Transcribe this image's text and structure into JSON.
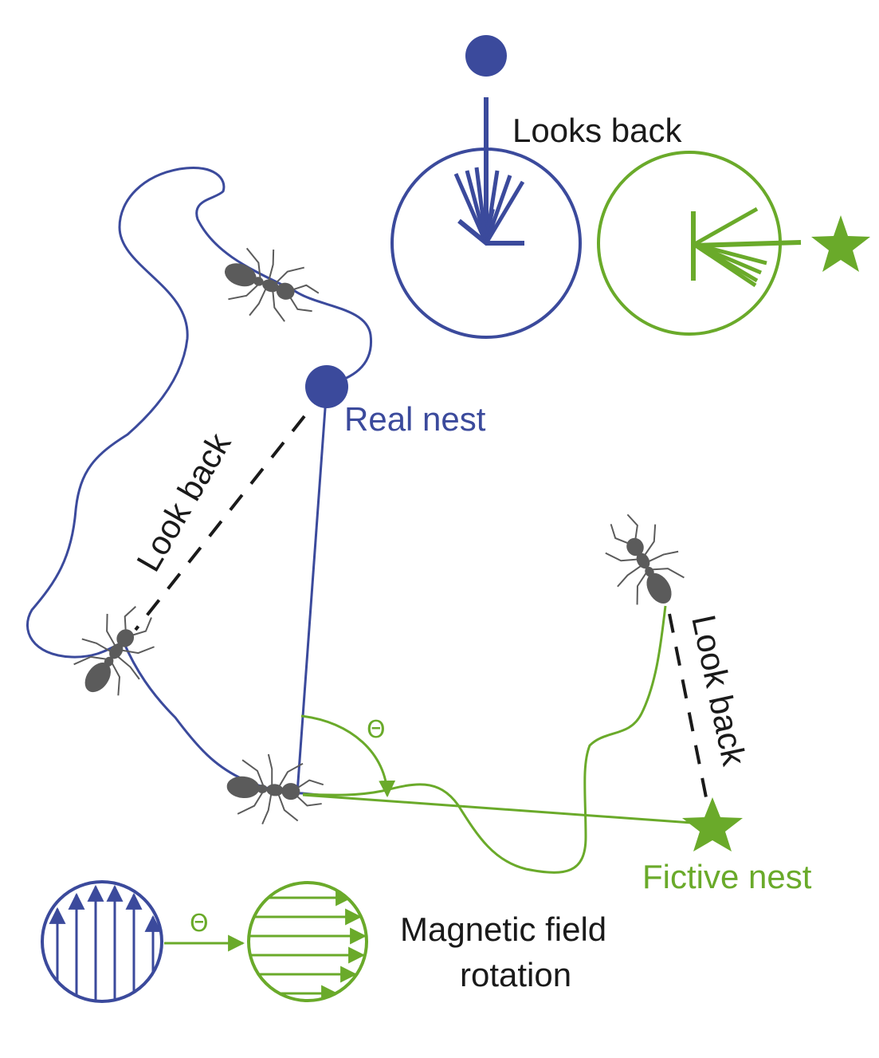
{
  "colors": {
    "real": "#3b4a9c",
    "fictive": "#6aaa2a",
    "dashed": "#1a1a1a",
    "ant": "#5b5b5b"
  },
  "labels": {
    "looks_back_top": "Looks back",
    "real_nest": "Real nest",
    "look_back_left": "Look back",
    "look_back_right": "Look back",
    "fictive_nest": "Fictive nest",
    "theta_main": "Θ",
    "theta_legend": "Θ",
    "magnetic_line1": "Magnetic field",
    "magnetic_line2": "rotation"
  },
  "icons": {
    "real_nest_marker": "filled-circle",
    "fictive_nest_marker": "star",
    "ant": "ant-silhouette"
  }
}
